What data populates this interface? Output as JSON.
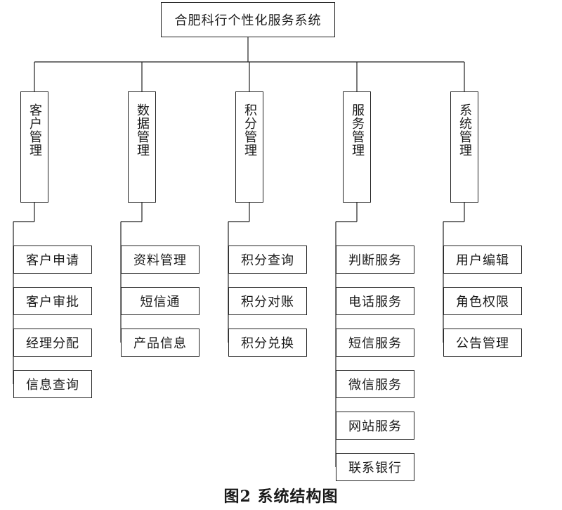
{
  "root": "合肥科行个性化服务系统",
  "modules": [
    {
      "label": "客户管理",
      "items": [
        "客户申请",
        "客户审批",
        "经理分配",
        "信息查询"
      ]
    },
    {
      "label": "数据管理",
      "items": [
        "资料管理",
        "短信通",
        "产品信息"
      ]
    },
    {
      "label": "积分管理",
      "items": [
        "积分查询",
        "积分对账",
        "积分兑换"
      ]
    },
    {
      "label": "服务管理",
      "items": [
        "判断服务",
        "电话服务",
        "短信服务",
        "微信服务",
        "网站服务",
        "联系银行"
      ]
    },
    {
      "label": "系统管理",
      "items": [
        "用户编辑",
        "角色权限",
        "公告管理"
      ]
    }
  ],
  "caption": "图2  系统结构图"
}
